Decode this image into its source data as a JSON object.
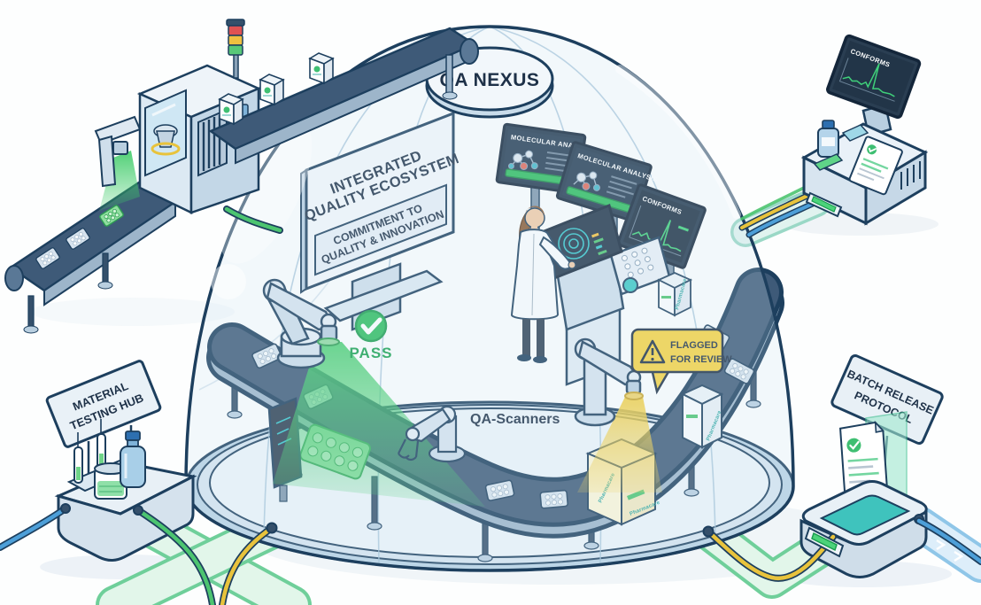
{
  "scene": {
    "dome_label": "QA NEXUS",
    "billboard": {
      "title_line1": "INTEGRATED",
      "title_line2": "QUALITY ECOSYSTEM",
      "subtitle_line1": "COMMITMENT TO",
      "subtitle_line2": "QUALITY & INNOVATION"
    },
    "monitors": {
      "monitor1_title": "MOLECULAR ANALYSIS",
      "monitor2_title": "MOLECULAR ANALYSIS",
      "monitor3_title": "CONFORMS"
    },
    "badges": {
      "pass_label": "PASS",
      "flag_line1": "FLAGGED",
      "flag_line2": "FOR REVIEW"
    },
    "labels": {
      "scanners": "QA-Scanners"
    },
    "material_hub_sign": {
      "line1": "MATERIAL",
      "line2": "TESTING HUB"
    },
    "batch_sign": {
      "line1": "BATCH RELEASE",
      "line2": "PROTOCOL"
    },
    "analyzer": {
      "screen_title": "CONFORMS"
    },
    "product": {
      "brand": "Pharmacare"
    },
    "colors": {
      "navy_outline": "#1d3f5e",
      "pass_green": "#2ebd5e",
      "flag_yellow": "#f7d340",
      "teal_accent": "#35c4c9",
      "pipe_green": "#4cc470",
      "pipe_yellow": "#e8c33c",
      "pipe_blue": "#4d9fd8",
      "glass_blue": "#cfe4f2"
    }
  }
}
